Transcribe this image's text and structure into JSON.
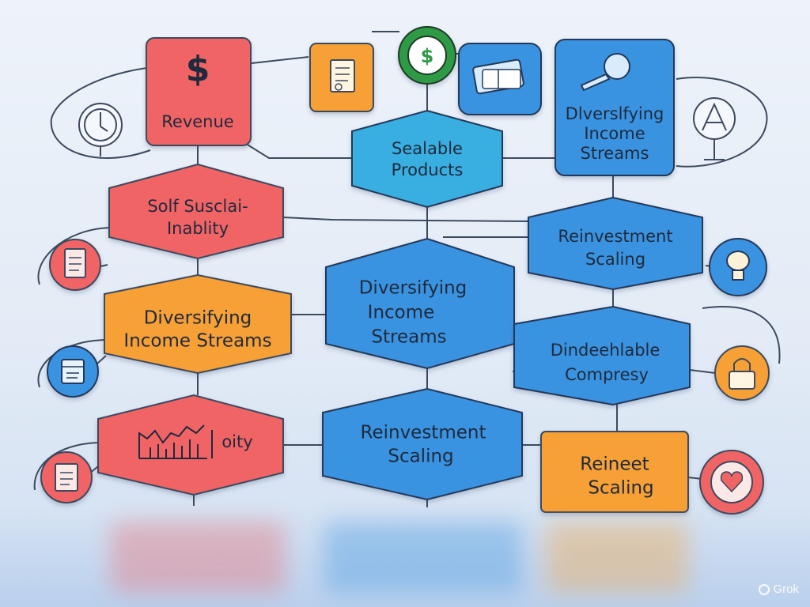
{
  "nodes": {
    "revenue": "Revenue",
    "sustainability": [
      "Solf Susclai-",
      "Inablity"
    ],
    "diversifying_left": [
      "Diversifying",
      "Income Streams"
    ],
    "chart_box": "oity",
    "scalable": [
      "Sealable",
      "Products"
    ],
    "diversifying_center": [
      "Diversifying",
      "Income",
      "Streams"
    ],
    "reinvestment_center": [
      "Reinvestment",
      "Scaling"
    ],
    "diversifying_right": [
      "Dlverslfying",
      "Income",
      "Streams"
    ],
    "reinvestment_right": [
      "Reinvestment",
      "Scaling"
    ],
    "dindeeh": [
      "Dindeehlable",
      "Compresy"
    ],
    "reineet": [
      "Reineet",
      "Scaling"
    ]
  },
  "icons": {
    "revenue_symbol": "$",
    "clock": "clock-icon",
    "document_left": "document-icon",
    "calendar_left": "calendar-icon",
    "receipt_left": "receipt-icon",
    "notes_top": "notes-icon",
    "money_circle": "money-icon",
    "cash_stack": "cash-stack-icon",
    "magnifier": "magnifier-icon",
    "compass": "compass-icon",
    "lightbulb_right": "lightbulb-icon",
    "lock_right": "lock-icon",
    "heart_right": "heart-icon"
  },
  "colors": {
    "red": "#f06466",
    "orange": "#f7a035",
    "blue": "#3a93e0",
    "teal": "#39aee0",
    "green": "#2f9a45"
  },
  "watermark": "Grok"
}
